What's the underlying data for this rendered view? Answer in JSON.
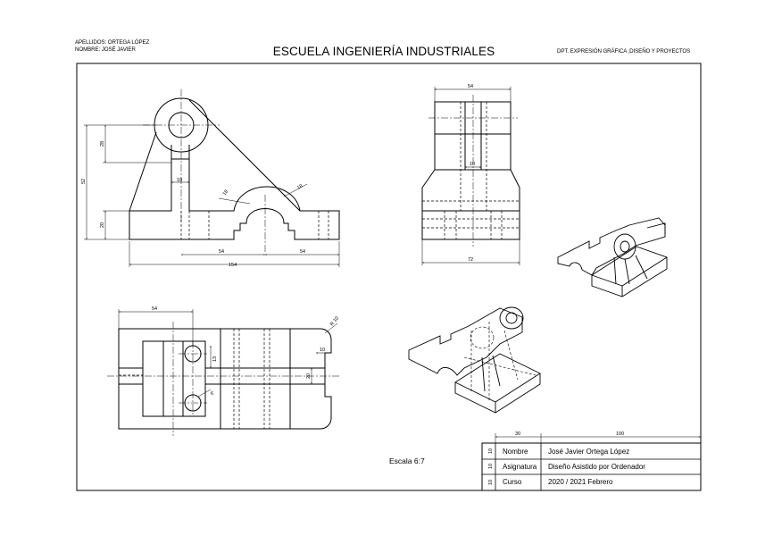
{
  "header": {
    "apellidos": "APELLIDOS: ORTEGA LÓPEZ",
    "nombre": "NOMBRE: JOSÉ JAVIER",
    "school": "ESCUELA INGENIERÍA INDUSTRIALES",
    "department": "DPT. EXPRESIÓN GRÁFICA ,DISEÑO Y PROYECTOS"
  },
  "scale": "Escala 6:7",
  "title_block": {
    "col_widths": [
      "30",
      "100"
    ],
    "row_heights": [
      "10",
      "10",
      "10"
    ],
    "rows": [
      {
        "label": "Nombre",
        "value": "José Javier Ortega López"
      },
      {
        "label": "Asignatura",
        "value": "Diseño Asistido por Ordenador"
      },
      {
        "label": "Curso",
        "value": "2020 / 2021 Febrero"
      }
    ]
  },
  "dimensions": {
    "front": {
      "d28": "28",
      "d52": "52",
      "d20": "20",
      "d10": "10",
      "r18": "18",
      "r18b": "18",
      "d54a": "54",
      "d54b": "54",
      "d154": "154"
    },
    "side": {
      "d54": "54",
      "d10": "10",
      "d72": "72"
    },
    "top": {
      "d54": "54",
      "r10": "R 10",
      "d13": "13",
      "d6": "6",
      "d10": "10",
      "d20": "20"
    }
  }
}
